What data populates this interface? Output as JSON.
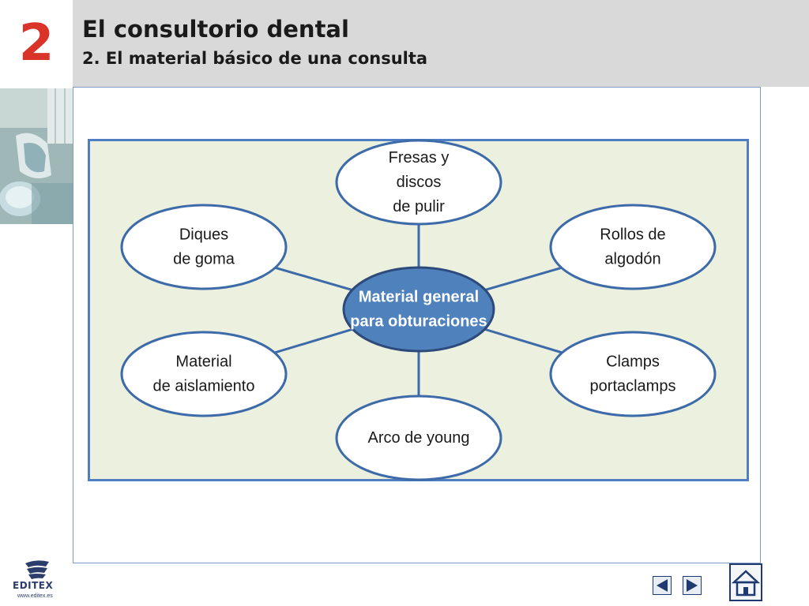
{
  "header": {
    "chapter_number": "2",
    "title": "El consultorio dental",
    "subtitle": "2. El material básico de una consulta"
  },
  "diagram": {
    "center": {
      "lines": [
        "Material general",
        "para obturaciones"
      ]
    },
    "nodes": [
      {
        "id": "fresas",
        "lines": [
          "Fresas y",
          "discos",
          "de pulir"
        ]
      },
      {
        "id": "diques",
        "lines": [
          "Diques",
          "de goma"
        ]
      },
      {
        "id": "rollos",
        "lines": [
          "Rollos de",
          "algodón"
        ]
      },
      {
        "id": "material-aislamiento",
        "lines": [
          "Material",
          "de aislamiento"
        ]
      },
      {
        "id": "clamps",
        "lines": [
          "Clamps",
          "portaclamps"
        ]
      },
      {
        "id": "arco",
        "lines": [
          "Arco de young"
        ]
      }
    ]
  },
  "footer": {
    "logo_text": "EDITEX",
    "logo_url": "www.editex.es"
  },
  "colors": {
    "accent_red": "#d9332a",
    "center_fill": "#4f81bd",
    "node_stroke": "#3d6aa8",
    "diagram_bg": "#ecf0de",
    "nav_blue": "#1f3a70"
  },
  "icons": {
    "prev": "triangle-left-icon",
    "next": "triangle-right-icon",
    "home": "house-icon"
  }
}
